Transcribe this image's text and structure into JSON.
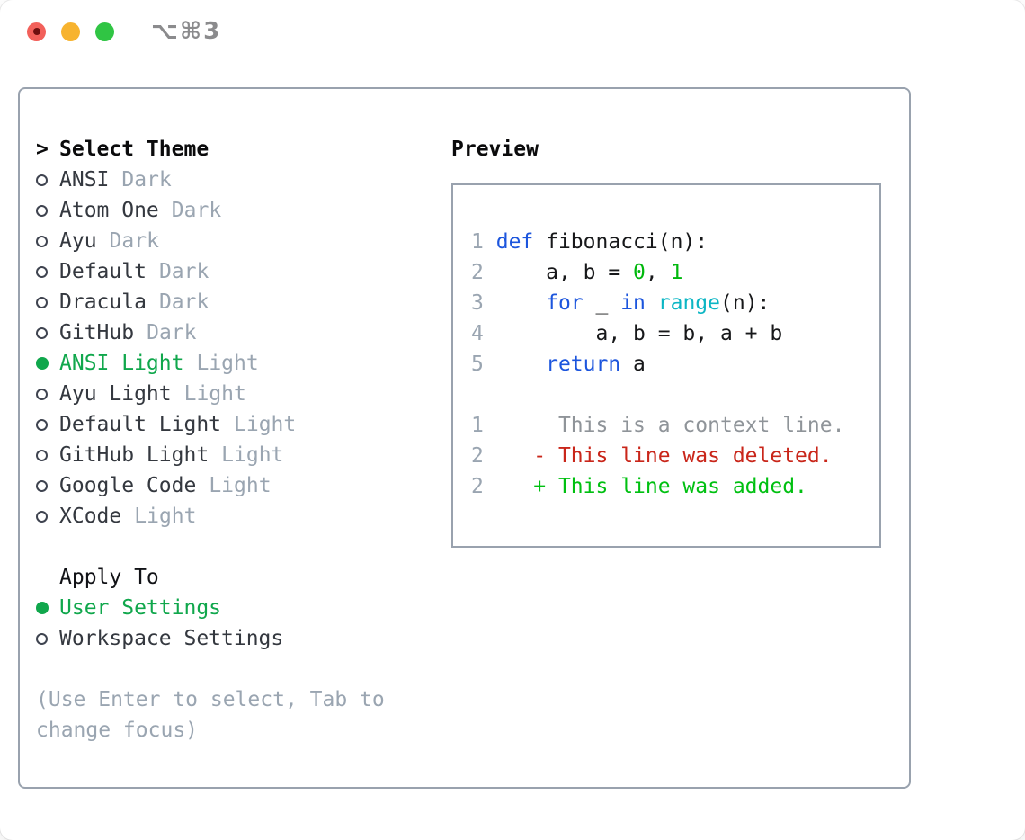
{
  "window": {
    "title": "⌥⌘3"
  },
  "titlebar": {
    "traffic_lights": [
      {
        "icon": "close-icon"
      },
      {
        "icon": "minimize-icon"
      },
      {
        "icon": "zoom-icon"
      }
    ]
  },
  "theme_list": {
    "prompt": ">",
    "header": "Select Theme",
    "items": [
      {
        "name": "ANSI",
        "variant": "Dark",
        "selected": false
      },
      {
        "name": "Atom One",
        "variant": "Dark",
        "selected": false
      },
      {
        "name": "Ayu",
        "variant": "Dark",
        "selected": false
      },
      {
        "name": "Default",
        "variant": "Dark",
        "selected": false
      },
      {
        "name": "Dracula",
        "variant": "Dark",
        "selected": false
      },
      {
        "name": "GitHub",
        "variant": "Dark",
        "selected": false
      },
      {
        "name": "ANSI Light",
        "variant": "Light",
        "selected": true
      },
      {
        "name": "Ayu Light",
        "variant": "Light",
        "selected": false
      },
      {
        "name": "Default Light",
        "variant": "Light",
        "selected": false
      },
      {
        "name": "GitHub Light",
        "variant": "Light",
        "selected": false
      },
      {
        "name": "Google Code",
        "variant": "Light",
        "selected": false
      },
      {
        "name": "XCode",
        "variant": "Light",
        "selected": false
      }
    ]
  },
  "apply_to": {
    "header": "Apply To",
    "options": [
      {
        "label": "User Settings",
        "selected": true
      },
      {
        "label": "Workspace Settings",
        "selected": false
      }
    ]
  },
  "hint": "(Use Enter to select, Tab to change focus)",
  "preview": {
    "header": "Preview",
    "code_lines": [
      {
        "num": "1",
        "tokens": [
          {
            "t": "def",
            "c": "kw"
          },
          {
            "t": " fibonacci(n):",
            "c": "plain"
          }
        ]
      },
      {
        "num": "2",
        "tokens": [
          {
            "t": "    a, b = ",
            "c": "plain"
          },
          {
            "t": "0",
            "c": "num"
          },
          {
            "t": ", ",
            "c": "plain"
          },
          {
            "t": "1",
            "c": "num"
          }
        ]
      },
      {
        "num": "3",
        "tokens": [
          {
            "t": "    ",
            "c": "plain"
          },
          {
            "t": "for",
            "c": "kw"
          },
          {
            "t": " _ ",
            "c": "plain"
          },
          {
            "t": "in",
            "c": "kw"
          },
          {
            "t": " ",
            "c": "plain"
          },
          {
            "t": "range",
            "c": "builtin"
          },
          {
            "t": "(n):",
            "c": "plain"
          }
        ]
      },
      {
        "num": "4",
        "tokens": [
          {
            "t": "        a, b = b, a + b",
            "c": "plain"
          }
        ]
      },
      {
        "num": "5",
        "tokens": [
          {
            "t": "    ",
            "c": "plain"
          },
          {
            "t": "return",
            "c": "kw"
          },
          {
            "t": " a",
            "c": "plain"
          }
        ]
      }
    ],
    "diff_lines": [
      {
        "num": "1",
        "tokens": [
          {
            "t": "     This is a context line.",
            "c": "ctx"
          }
        ]
      },
      {
        "num": "2",
        "tokens": [
          {
            "t": "   - This line was deleted.",
            "c": "del"
          }
        ]
      },
      {
        "num": "2",
        "tokens": [
          {
            "t": "   + This line was added.",
            "c": "add"
          }
        ]
      }
    ]
  },
  "colors": {
    "accent_green": "#10a74c",
    "keyword_blue": "#1c55dd",
    "builtin_cyan": "#0cb6c4",
    "literal_green": "#00b80d",
    "diff_deleted_red": "#c9261a",
    "diff_added_green": "#00c011",
    "muted_gray": "#9aa5b1",
    "border_gray": "#99a2ae",
    "traffic_red": "#f2605a",
    "traffic_yellow": "#f7b32f",
    "traffic_green": "#30c544"
  }
}
